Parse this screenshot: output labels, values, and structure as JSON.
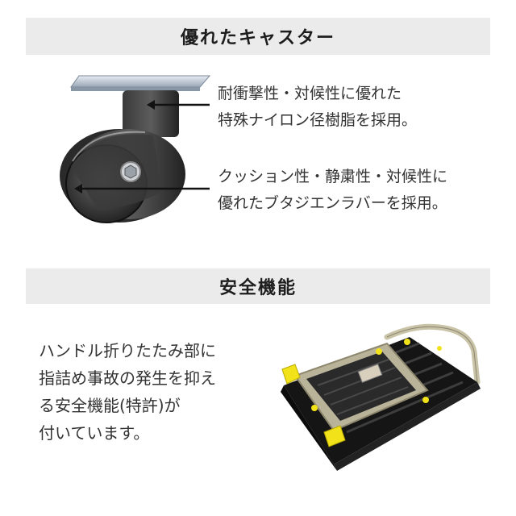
{
  "section1": {
    "heading": "優れたキャスター",
    "callout1": {
      "line1": "耐衝撃性・対候性に優れた",
      "line2": "特殊ナイロン径樹脂を採用。"
    },
    "callout2": {
      "line1": "クッション性・静粛性・対候性に",
      "line2": "優れたブタジエンラバーを採用。"
    }
  },
  "section2": {
    "heading": "安全機能",
    "body": {
      "line1": "ハンドル折りたたみ部に",
      "line2": "指詰め事故の発生を抑え",
      "line3": "る安全機能(特許)が",
      "line4": "付いています。"
    }
  },
  "colors": {
    "band": "#ebebeb",
    "accent_yellow": "#f2e21a",
    "text": "#333333"
  }
}
